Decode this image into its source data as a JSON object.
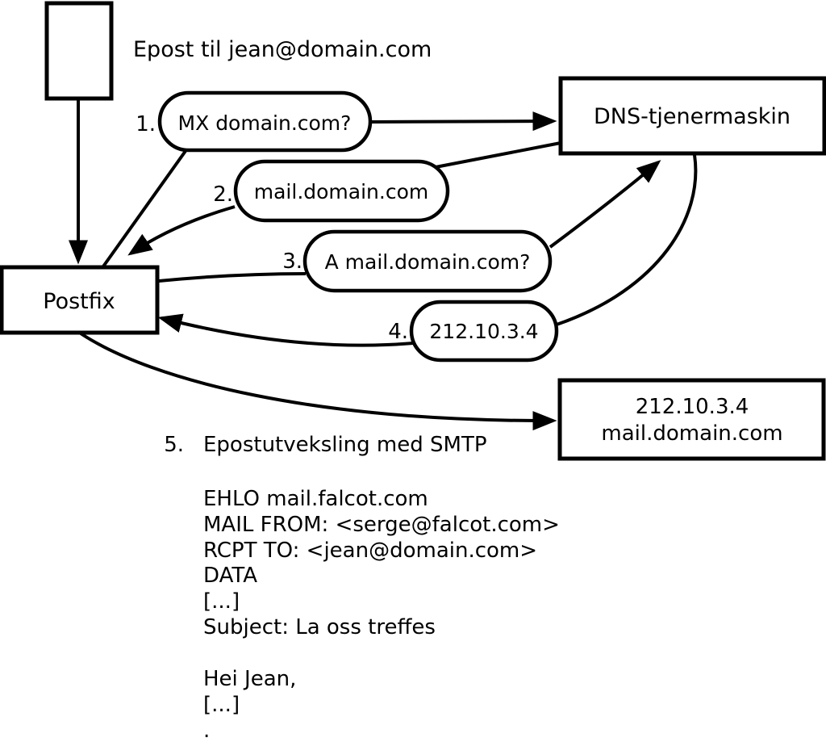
{
  "diagram": {
    "background": "#ffffff",
    "stroke_color": "#000000",
    "email_label": "Epost til jean@domain.com",
    "nodes": {
      "postfix": "Postfix",
      "dns_server": "DNS-tjenermaskin",
      "mail_server_line1": "212.10.3.4",
      "mail_server_line2": "mail.domain.com"
    },
    "steps": [
      {
        "number": "1.",
        "label": "MX domain.com?"
      },
      {
        "number": "2.",
        "label": "mail.domain.com"
      },
      {
        "number": "3.",
        "label": "A mail.domain.com?"
      },
      {
        "number": "4.",
        "label": "212.10.3.4"
      },
      {
        "number": "5.",
        "label": "Epostutveksling med SMTP"
      }
    ],
    "smtp_session": {
      "lines": [
        "EHLO mail.falcot.com",
        "MAIL FROM: <serge@falcot.com>",
        "RCPT TO: <jean@domain.com>",
        "DATA",
        "[...]",
        "Subject: La oss treffes",
        "",
        "Hei Jean,",
        "[...]",
        "."
      ]
    }
  }
}
